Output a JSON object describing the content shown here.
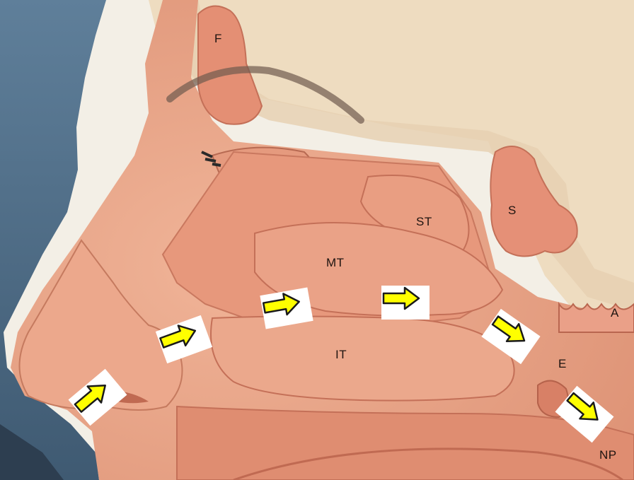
{
  "labels": {
    "frontal": "F",
    "sphenoid": "S",
    "superior_turbinate": "ST",
    "middle_turbinate": "MT",
    "inferior_turbinate": "IT",
    "adenoid": "A",
    "eustachian": "E",
    "nasopharynx": "NP"
  },
  "colors": {
    "skin": "#e9a487",
    "mucosa": "#e18c73",
    "bone": "#eedcc0",
    "sinus": "#e79478",
    "arrow_fill": "#ffff00",
    "arrow_stroke": "#1a1a1a"
  }
}
